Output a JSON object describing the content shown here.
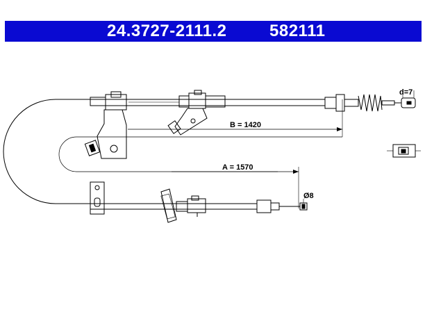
{
  "header": {
    "part_number": "24.3727-2111.2",
    "ref_number": "582111",
    "background_color": "#0a0ad2",
    "text_color": "#ffffff"
  },
  "dimensions": {
    "b_label": "B = 1420",
    "a_label": "A = 1570",
    "d_label": "d=7",
    "diameter_label": "Ø8"
  }
}
